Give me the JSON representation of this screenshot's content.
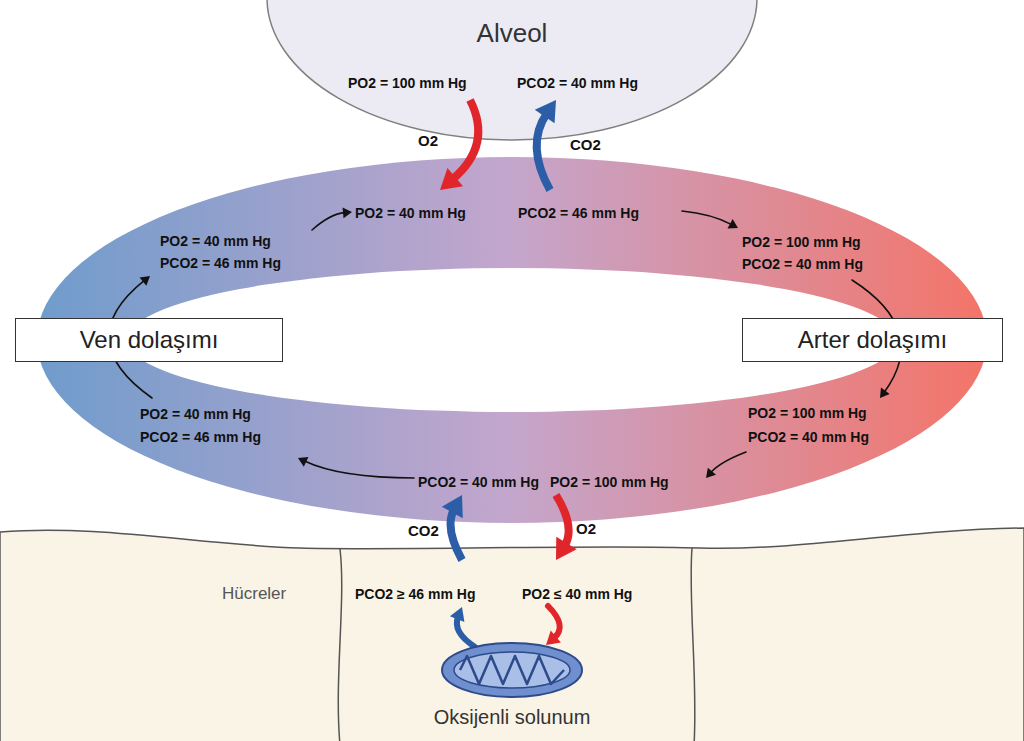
{
  "diagram": {
    "nodes": [
      {
        "text": [
          "Alveol",
          "PO2 = 100 mm Hg",
          "PCO2 = 40 mm Hg"
        ]
      },
      {
        "text": [
          "PO2 = 40 mm Hg",
          "PCO2 = 46 mm Hg",
          "PO2 = 40 mm Hg",
          "PCO2 = 46 mm Hg",
          "PO2 = 100 mm Hg",
          "PCO2 = 40 mm Hg",
          "PO2 = 40 mm Hg",
          "PCO2 = 46 mm Hg",
          "PO2 = 100 mm Hg",
          "PCO2 = 40 mm Hg",
          "PCO2 = 40 mm Hg",
          "PO2 = 100 mm Hg"
        ]
      },
      {
        "text": [
          "Ven dolaşımı"
        ]
      },
      {
        "text": [
          "Arter dolaşımı"
        ]
      },
      {
        "text": [
          "Hücreler",
          "PCO2 ≥ 46 mm Hg",
          "PO2 ≤ 40 mm Hg"
        ]
      },
      {
        "text": [
          "Oksijenli solunum"
        ],
        "in": 4
      }
    ],
    "edges": [
      {
        "from": 0,
        "to": 1,
        "label": "O2",
        "arrow": "to"
      },
      {
        "from": 1,
        "to": 0,
        "label": "CO2",
        "arrow": "to"
      },
      {
        "from": 1,
        "to": 4,
        "label": "O2",
        "arrow": "to"
      },
      {
        "from": 4,
        "to": 1,
        "label": "CO2",
        "arrow": "to"
      }
    ]
  }
}
